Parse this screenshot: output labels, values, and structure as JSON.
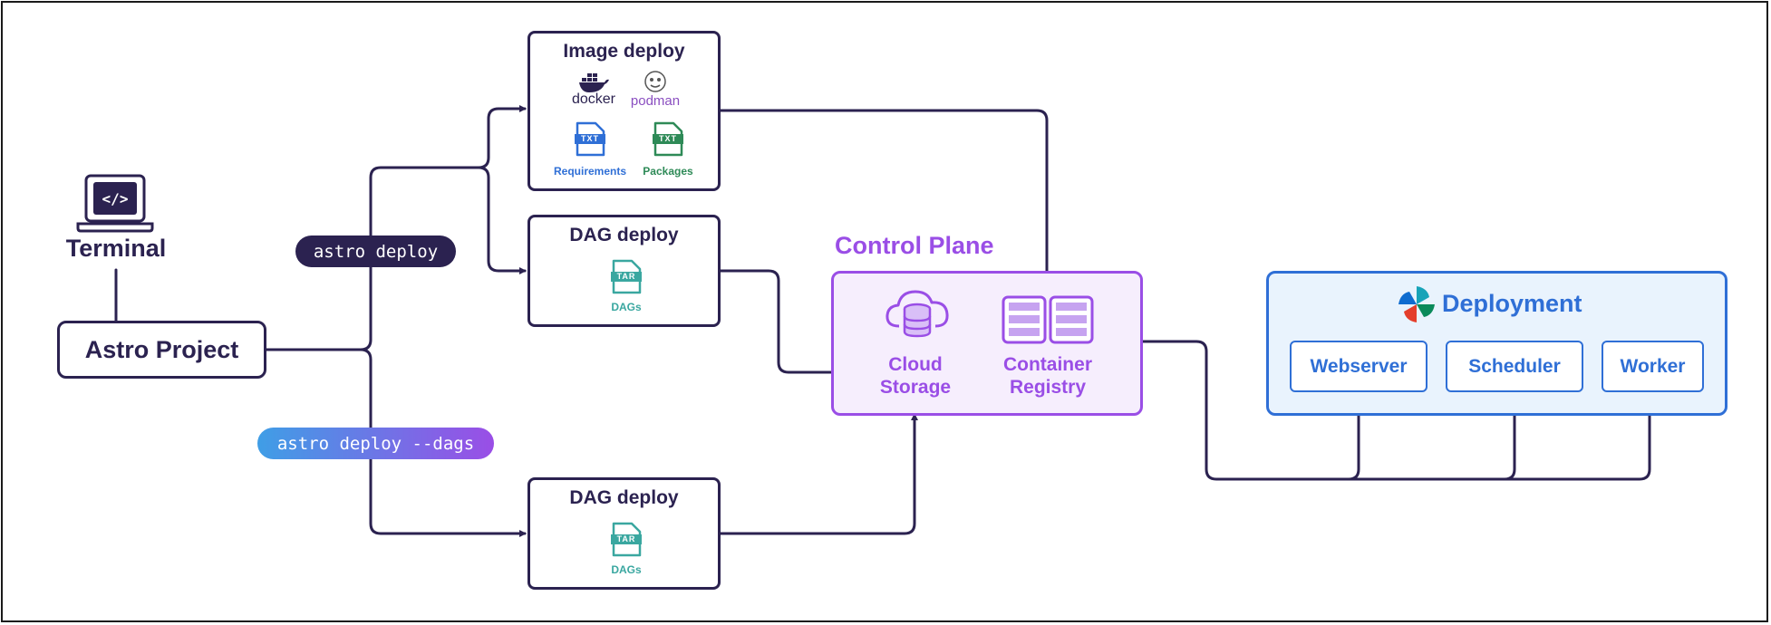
{
  "terminal": {
    "label": "Terminal",
    "icon": "laptop-code-icon",
    "screen_text": "</>"
  },
  "project": {
    "label": "Astro Project"
  },
  "commands": {
    "deploy": "astro deploy",
    "deploy_dags": "astro deploy --dags",
    "deploy_color": "#2b2250",
    "deploy_dags_gradient": [
      "#3f9ee6",
      "#9a4ee6"
    ]
  },
  "image_deploy": {
    "title": "Image deploy",
    "docker": "docker",
    "podman": "podman",
    "requirements": "Requirements",
    "packages": "Packages",
    "file_badge": "TXT"
  },
  "dag_deploy_top": {
    "title": "DAG deploy",
    "file_badge": "TAR",
    "caption": "DAGs"
  },
  "dag_deploy_bottom": {
    "title": "DAG deploy",
    "file_badge": "TAR",
    "caption": "DAGs"
  },
  "control_plane": {
    "title": "Control Plane",
    "cloud_storage": "Cloud Storage",
    "container_registry": "Container Registry",
    "color": "#9a4ee6"
  },
  "deployment": {
    "title": "Deployment",
    "components": [
      "Webserver",
      "Scheduler",
      "Worker"
    ],
    "color": "#2f6fd6"
  }
}
